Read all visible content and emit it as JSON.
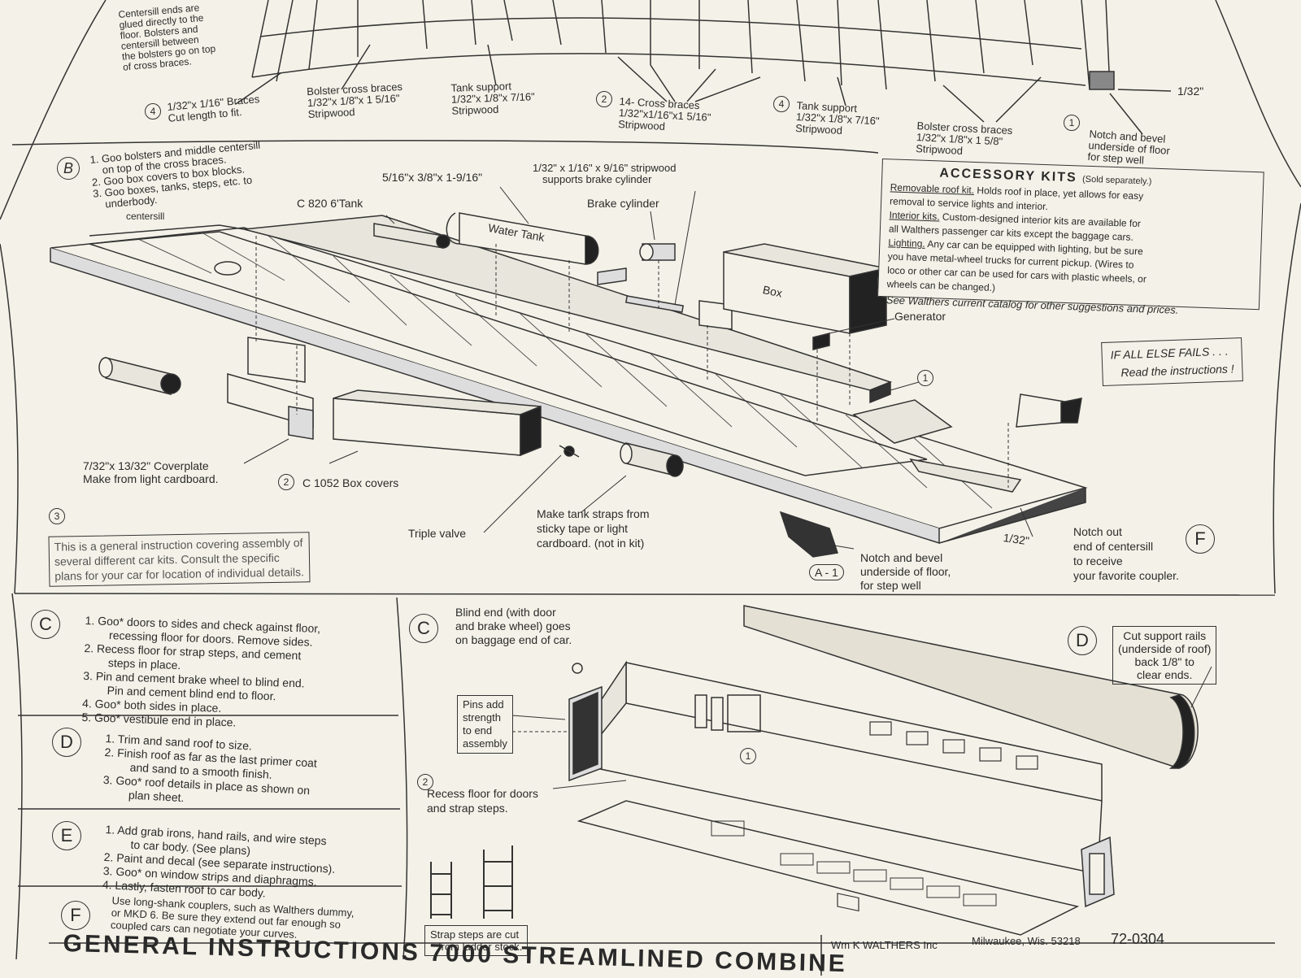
{
  "top": {
    "centersill_note": [
      "Centersill ends are",
      "glued directly to the",
      "floor.  Bolsters and",
      "centersill between",
      "the bolsters go on top",
      "of cross braces."
    ],
    "braces_4": "4",
    "braces_label": [
      "1/32\"x 1/16\" Braces",
      "Cut length to fit."
    ],
    "bolster_braces_1": [
      "Bolster cross braces",
      "1/32\"x 1/8\"x 1 5/16\"",
      "Stripwood"
    ],
    "tank_support_1": [
      "Tank support",
      "1/32\"x 1/8\"x 7/16\"",
      "Stripwood"
    ],
    "cross_braces_num": "2",
    "cross_braces": [
      "14- Cross braces",
      "1/32\"x1/16\"x1 5/16\"",
      "Stripwood"
    ],
    "tank_support_2_num": "4",
    "tank_support_2": [
      "Tank support",
      "1/32\"x 1/8\"x 7/16\"",
      "Stripwood"
    ],
    "bolster_braces_2": [
      "Bolster cross braces",
      "1/32\"x 1/8\"x 1 5/8\"",
      "Stripwood"
    ],
    "notch_num": "1",
    "notch_label": [
      "Notch and bevel",
      "underside of floor",
      "for step well"
    ],
    "dim_132": "1/32\""
  },
  "section_b": {
    "letter": "B",
    "steps": [
      "1. Goo bolsters and middle centersill",
      "on top of the cross braces.",
      "2. Goo box covers to box blocks.",
      "3. Goo boxes, tanks, steps, etc. to",
      "underbody."
    ],
    "centersill": "centersill",
    "c820_tank": "C 820 6'Tank",
    "tank_dims": "5/16\"x 3/8\"x 1-9/16\"",
    "water_tank": "Water Tank",
    "stripwood_dims": "1/32\" x 1/16\" x 9/16\"  stripwood",
    "stripwood_note": "supports brake cylinder",
    "brake_cylinder": "Brake cylinder",
    "box": "Box",
    "generator": "Generator",
    "coverplate": [
      "7/32\"x 13/32\" Coverplate",
      "Make from light cardboard."
    ],
    "box_covers_num": "2",
    "box_covers": "C 1052 Box covers",
    "triple_valve": "Triple valve",
    "tank_straps": [
      "Make tank straps from",
      "sticky tape or light",
      "cardboard. (not in kit)"
    ],
    "notch_bevel": [
      "Notch and bevel",
      "underside of floor,",
      "for step well"
    ],
    "a1": "A - 1",
    "dim_132": "1/32\"",
    "notch_out": [
      "Notch out",
      "end of centersill",
      "to receive",
      "your favorite coupler."
    ],
    "f_letter": "F",
    "part1": "1",
    "note3_num": "3",
    "general_note": [
      "This is a general instruction covering assembly of",
      "several different car kits.  Consult the specific",
      "plans for your car for location of individual details."
    ],
    "if_all_else": [
      "IF ALL ELSE FAILS . . .",
      "Read the instructions !"
    ]
  },
  "accessory": {
    "title": "ACCESSORY  KITS",
    "sold": "(Sold separately.)",
    "removable_head": "Removable roof kit.",
    "removable_text": [
      "Holds roof in place, yet allows for easy",
      "removal to service lights and interior."
    ],
    "interior_head": "Interior kits.",
    "interior_text": [
      "Custom-designed interior kits are available for",
      "all Walthers passenger car kits except the baggage cars."
    ],
    "lighting_head": "Lighting.",
    "lighting_text": [
      "Any car can be equipped with lighting, but be sure",
      "you have metal-wheel trucks for current pickup. (Wires to",
      "loco or other car can be used for cars with plastic wheels, or",
      "wheels can be changed.)"
    ],
    "catalog": "See Walthers current catalog for other suggestions and prices."
  },
  "left_steps": {
    "c": {
      "letter": "C",
      "items": [
        "1.  Goo* doors to sides and check against floor,",
        "recessing floor for doors.  Remove sides.",
        "2.  Recess floor for strap steps, and cement",
        "steps in place.",
        "3.  Pin and cement brake wheel to blind end.",
        "Pin and cement blind end to floor.",
        "4.  Goo* both sides in place.",
        "5.  Goo* vestibule end in place."
      ]
    },
    "d": {
      "letter": "D",
      "items": [
        "1.  Trim and sand roof to size.",
        "2.  Finish roof as far as the last primer coat",
        "and sand to a smooth finish.",
        "3.  Goo* roof details in place as shown on",
        "plan sheet."
      ]
    },
    "e": {
      "letter": "E",
      "items": [
        "1.  Add grab irons, hand rails, and wire steps",
        "to car body.  (See plans)",
        "2.  Paint and decal (see separate instructions).",
        "3.  Goo* on window strips and diaphragms.",
        "4.  Lastly, fasten roof to car body."
      ]
    },
    "f": {
      "letter": "F",
      "items": [
        "Use long-shank couplers, such as Walthers dummy,",
        "or MKD 6.  Be sure they extend out far enough so",
        "coupled cars can negotiate your curves."
      ]
    }
  },
  "section_cd": {
    "c_letter": "C",
    "blind_end": [
      "Blind end (with door",
      "and brake wheel) goes",
      "on baggage end of car."
    ],
    "pins_note": [
      "Pins add",
      "strength",
      "to end",
      "assembly"
    ],
    "part1": "1",
    "part2": "2",
    "recess_floor": [
      "Recess floor for doors",
      "and strap steps."
    ],
    "strap_steps": [
      "Strap steps are cut",
      "from ladder stock."
    ],
    "d_letter": "D",
    "cut_rails": [
      "Cut support rails",
      "(underside of roof)",
      "back 1/8\" to",
      "clear ends."
    ]
  },
  "footer": {
    "title": "GENERAL  INSTRUCTIONS   7000  STREAMLINED  COMBINE",
    "manufacturer": "Wm K WALTHERS Inc",
    "city": "Milwaukee, Wis. 53218",
    "number": "72-0304"
  }
}
